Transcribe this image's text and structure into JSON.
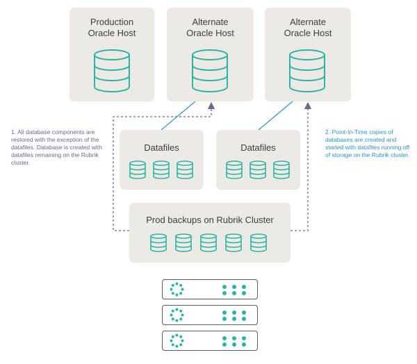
{
  "hosts": [
    {
      "title": "Production\nOracle Host"
    },
    {
      "title": "Alternate\nOracle Host"
    },
    {
      "title": "Alternate\nOracle Host"
    }
  ],
  "datafile_groups": [
    {
      "title": "Datafiles"
    },
    {
      "title": "Datafiles"
    }
  ],
  "cluster": {
    "title": "Prod backups on Rubrik Cluster"
  },
  "notes": {
    "restore": "1. All database components are restored with the exception of the datafiles. Database is created with datafiles remaining on the Rubrik cluster.",
    "point_in_time": "2. Point-In-Time copies of databases are created and started with datafiles running off of storage on the Rubrik cluster."
  },
  "colors": {
    "teal": "#2bb5a5",
    "purple": "#6f6691",
    "blue": "#2e93c8",
    "box": "#ede9e5",
    "server_border": "#5b5b5b"
  },
  "icons": {
    "database": "database-icon",
    "server": "server-icon",
    "rubrik_logo": "rubrik-logo-icon"
  }
}
